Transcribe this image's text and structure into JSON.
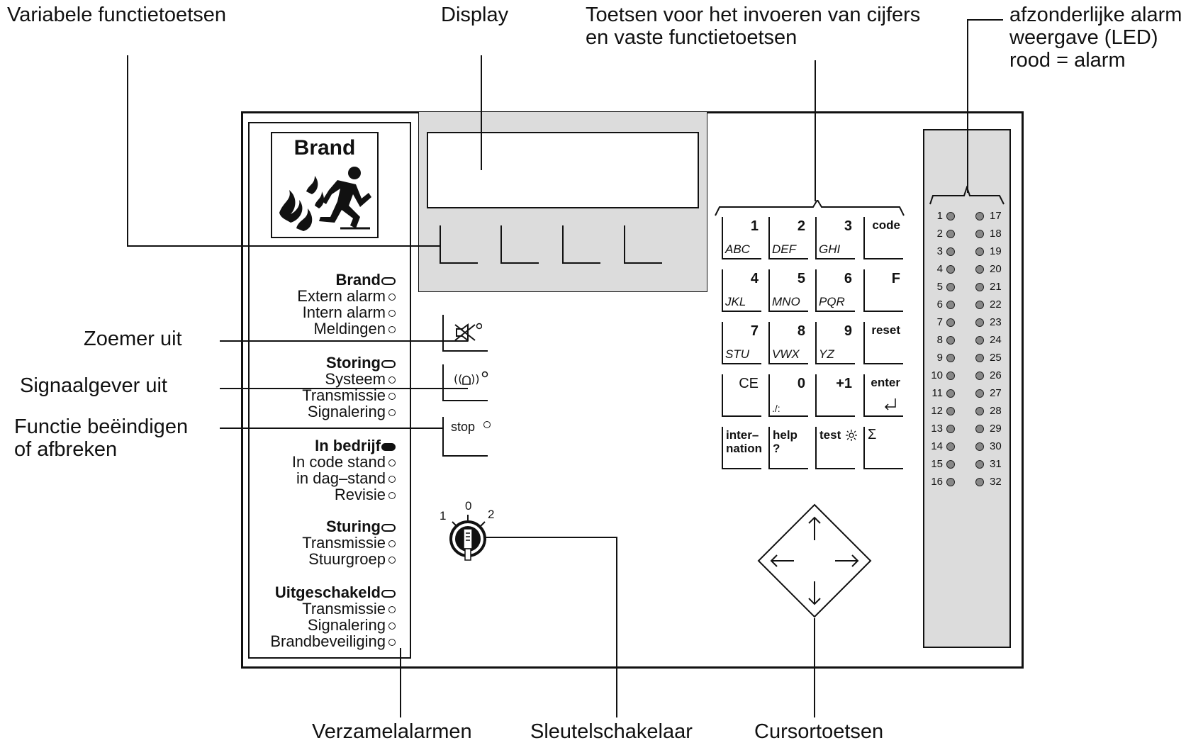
{
  "callouts": {
    "variable_keys": "Variabele functietoetsen",
    "display": "Display",
    "numeric_keys_line1": "Toetsen voor het invoeren van cijfers",
    "numeric_keys_line2": "en vaste functietoetsen",
    "alarm_led_line1": "afzonderlijke alarm",
    "alarm_led_line2": "weergave (LED)",
    "alarm_led_line3": "rood = alarm",
    "buzzer_off": "Zoemer uit",
    "signal_off": "Signaalgever uit",
    "end_function_line1": "Functie beëindigen",
    "end_function_line2": "of afbreken",
    "collective_alarms": "Verzamelalarmen",
    "key_switch": "Sleutelschakelaar",
    "cursor_keys": "Cursortoetsen"
  },
  "brand_box": {
    "title": "Brand"
  },
  "led_groups": [
    {
      "header": "Brand",
      "items": [
        "Extern alarm",
        "Intern alarm",
        "Meldingen"
      ]
    },
    {
      "header": "Storing",
      "items": [
        "Systeem",
        "Transmissie",
        "Signalering"
      ]
    },
    {
      "header": "In bedrijf",
      "items": [
        "In code stand",
        "in dag–stand",
        "Revisie"
      ]
    },
    {
      "header": "Sturing",
      "items": [
        "Transmissie",
        "Stuurgroep"
      ]
    },
    {
      "header": "Uitgeschakeld",
      "items": [
        "Transmissie",
        "Signalering",
        "Brandbeveiliging"
      ]
    }
  ],
  "side_buttons": {
    "stop": "stop"
  },
  "key_switch_labels": {
    "p1": "1",
    "p0": "0",
    "p2": "2"
  },
  "keypad": {
    "k1": {
      "num": "1",
      "letters": "ABC"
    },
    "k2": {
      "num": "2",
      "letters": "DEF"
    },
    "k3": {
      "num": "3",
      "letters": "GHI"
    },
    "code": "code",
    "k4": {
      "num": "4",
      "letters": "JKL"
    },
    "k5": {
      "num": "5",
      "letters": "MNO"
    },
    "k6": {
      "num": "6",
      "letters": "PQR"
    },
    "f": "F",
    "k7": {
      "num": "7",
      "letters": "STU"
    },
    "k8": {
      "num": "8",
      "letters": "VWX"
    },
    "k9": {
      "num": "9",
      "letters": "YZ"
    },
    "reset": "reset",
    "ce": "CE",
    "k0": {
      "num": "0",
      "letters": "./:"
    },
    "plus1": "+1",
    "enter": "enter",
    "internation_line1": "inter–",
    "internation_line2": "nation",
    "help": "help ?",
    "test": "test",
    "sigma": "Σ"
  },
  "alarm_leds_left": [
    "1",
    "2",
    "3",
    "4",
    "5",
    "6",
    "7",
    "8",
    "9",
    "10",
    "11",
    "12",
    "13",
    "14",
    "15",
    "16"
  ],
  "alarm_leds_right": [
    "17",
    "18",
    "19",
    "20",
    "21",
    "22",
    "23",
    "24",
    "25",
    "26",
    "27",
    "28",
    "29",
    "30",
    "31",
    "32"
  ]
}
